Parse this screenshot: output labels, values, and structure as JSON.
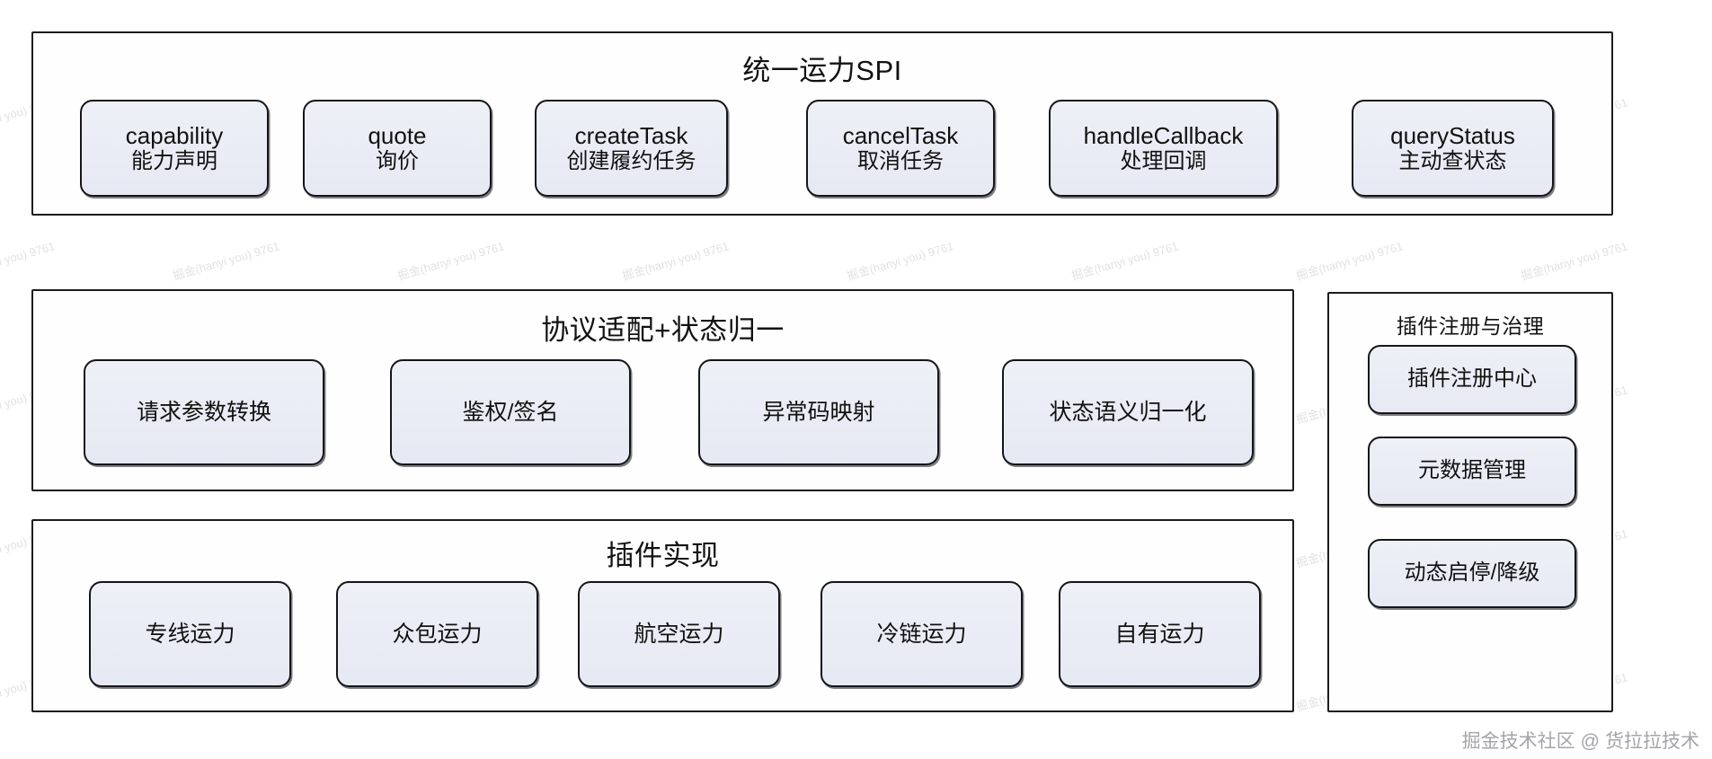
{
  "diagram": {
    "type": "layered-architecture",
    "watermark_tile": "掘金(hanyi you) 9761",
    "corner_watermark": {
      "community": "掘金技术社区",
      "at": "@",
      "org": "货拉拉技术"
    },
    "colors": {
      "node_fill": "#e9ecf4",
      "node_border": "#15151a",
      "frame_border": "#1c1c1c",
      "page_background": "#ffffff",
      "text": "#111111"
    },
    "sections": [
      {
        "id": "spi",
        "title": "统一运力SPI",
        "nodes": [
          {
            "en": "capability",
            "cn": "能力声明"
          },
          {
            "en": "quote",
            "cn": "询价"
          },
          {
            "en": "createTask",
            "cn": "创建履约任务"
          },
          {
            "en": "cancelTask",
            "cn": "取消任务"
          },
          {
            "en": "handleCallback",
            "cn": "处理回调"
          },
          {
            "en": "queryStatus",
            "cn": "主动查状态"
          }
        ]
      },
      {
        "id": "adapter",
        "title": "协议适配+状态归一",
        "nodes": [
          {
            "cn": "请求参数转换"
          },
          {
            "cn": "鉴权/签名"
          },
          {
            "cn": "异常码映射"
          },
          {
            "cn": "状态语义归一化"
          }
        ]
      },
      {
        "id": "plugin-impl",
        "title": "插件实现",
        "nodes": [
          {
            "cn": "专线运力"
          },
          {
            "cn": "众包运力"
          },
          {
            "cn": "航空运力"
          },
          {
            "cn": "冷链运力"
          },
          {
            "cn": "自有运力"
          }
        ]
      },
      {
        "id": "governance",
        "title": "插件注册与治理",
        "nodes": [
          {
            "cn": "插件注册中心"
          },
          {
            "cn": "元数据管理"
          },
          {
            "cn": "动态启停/降级"
          }
        ]
      }
    ]
  }
}
